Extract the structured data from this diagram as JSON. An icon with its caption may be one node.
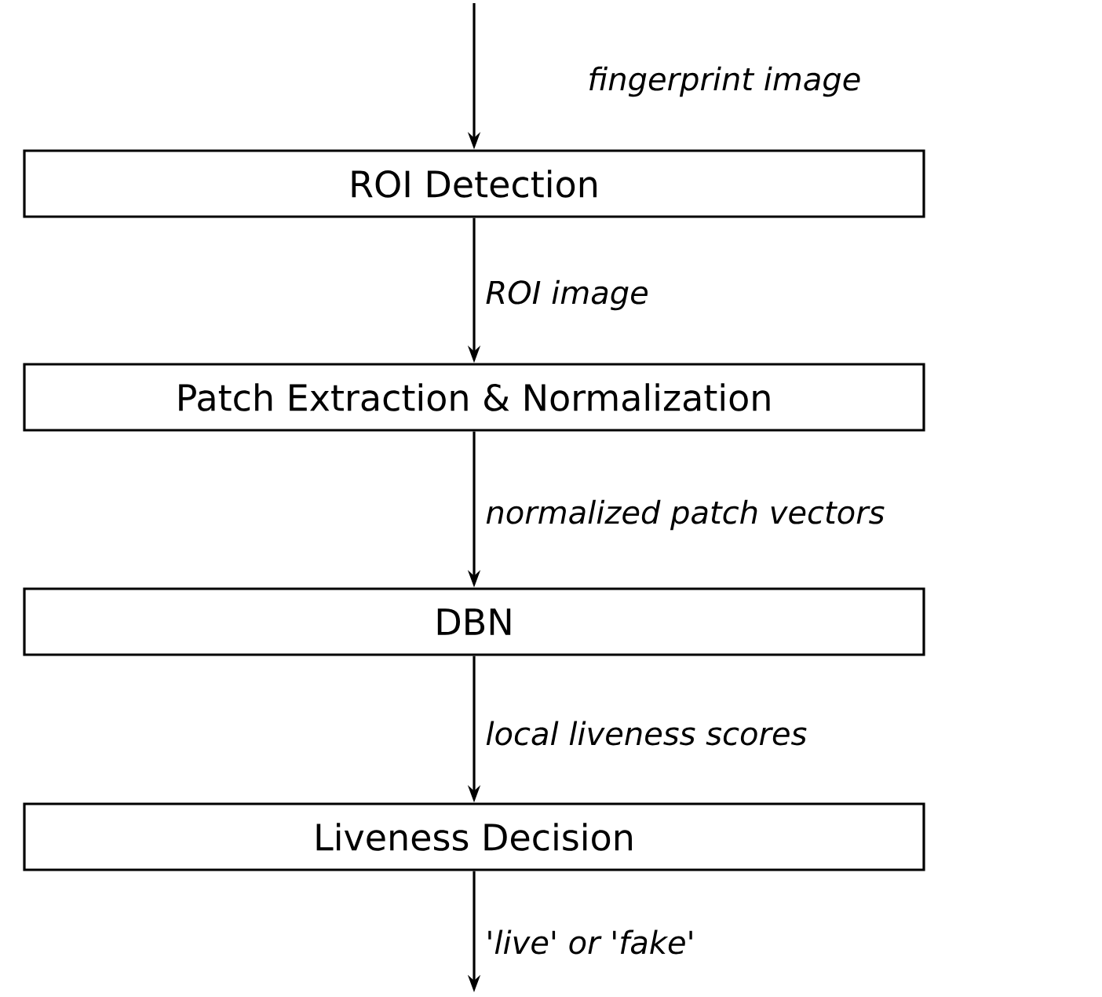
{
  "diagram": {
    "nodes": [
      {
        "text": [
          "ROI Detection"
        ]
      },
      {
        "text": [
          "Patch Extraction & Normalization"
        ]
      },
      {
        "text": [
          "DBN"
        ]
      },
      {
        "text": [
          "Liveness Decision"
        ]
      }
    ],
    "edges": [
      {
        "from": null,
        "to": 0,
        "arrow": "to",
        "label": "fingerprint image"
      },
      {
        "from": 0,
        "to": 1,
        "arrow": "to",
        "label": "ROI image"
      },
      {
        "from": 1,
        "to": 2,
        "arrow": "to",
        "label": "normalized patch vectors"
      },
      {
        "from": 2,
        "to": 3,
        "arrow": "to",
        "label": "local liveness scores"
      },
      {
        "from": 3,
        "to": null,
        "arrow": "to",
        "label": "'live' or 'fake'"
      }
    ]
  }
}
